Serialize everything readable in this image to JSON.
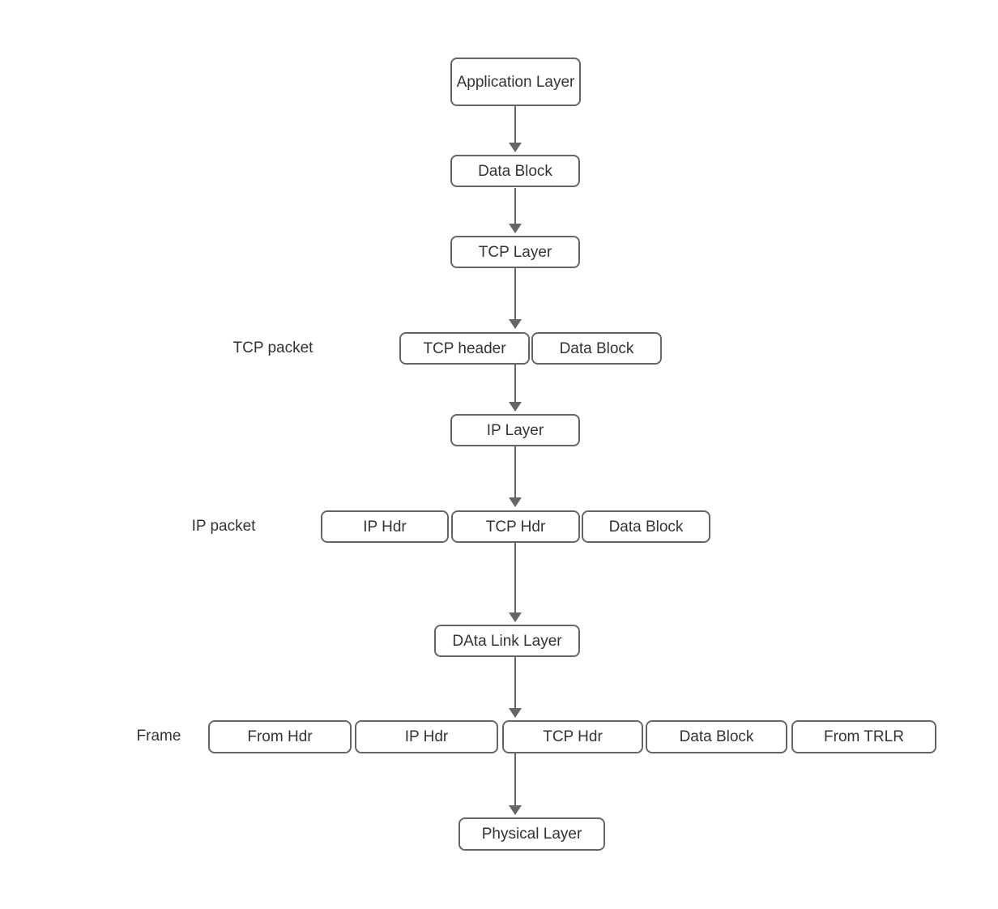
{
  "diagram": {
    "description": "TCP/IP data encapsulation flow diagram",
    "colors": {
      "background": "#ffffff",
      "box_border": "#666666",
      "box_fill": "#ffffff",
      "text": "#333333",
      "arrow": "#666666"
    },
    "nodes": {
      "application_layer": "Application Layer",
      "data_block_1": "Data Block",
      "tcp_layer": "TCP Layer",
      "tcp_header": "TCP header",
      "data_block_2": "Data Block",
      "ip_layer": "IP Layer",
      "ip_hdr_1": "IP Hdr",
      "tcp_hdr_1": "TCP Hdr",
      "data_block_3": "Data Block",
      "data_link_layer": "DAta Link Layer",
      "from_hdr": "From Hdr",
      "ip_hdr_2": "IP Hdr",
      "tcp_hdr_2": "TCP Hdr",
      "data_block_4": "Data Block",
      "from_trlr": "From TRLR",
      "physical_layer": "Physical Layer"
    },
    "row_labels": {
      "tcp_packet": "TCP packet",
      "ip_packet": "IP packet",
      "frame": "Frame"
    }
  }
}
